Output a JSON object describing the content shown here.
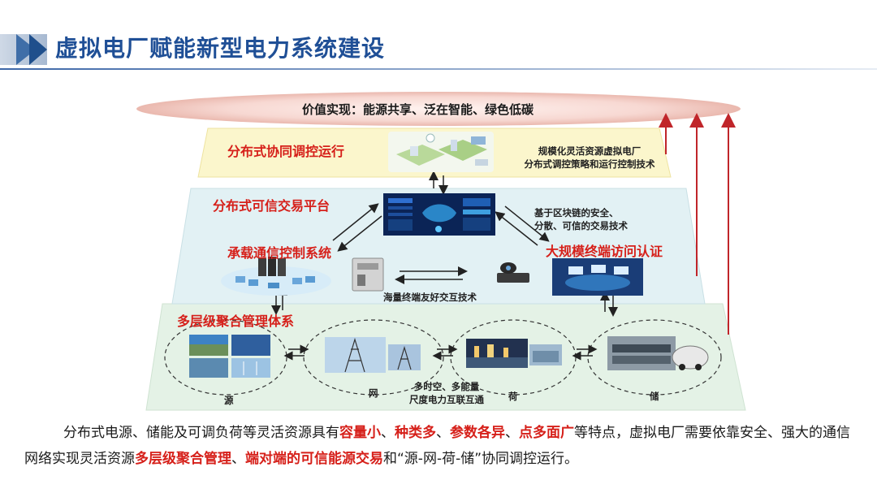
{
  "header": {
    "title": "虚拟电厂赋能新型电力系统建设"
  },
  "diagram": {
    "value": "价值实现：能源共享、泛在智能、绿色低碳",
    "layer1": {
      "title": "分布式协同调控运行",
      "desc_line1": "规模化灵活资源虚拟电厂",
      "desc_line2": "分布式调控策略和运行控制技术"
    },
    "layer2": {
      "title": "分布式可信交易平台",
      "blockchain_line1": "基于区块链的安全、",
      "blockchain_line2": "分散、可信的交易技术",
      "comm_title": "承载通信控制系统",
      "auth_title": "大规模终端访问认证",
      "interaction": "海量终端友好交互技术"
    },
    "layer3": {
      "title": "多层级聚合管理体系",
      "nodes": [
        "源",
        "网",
        "荷",
        "储"
      ],
      "interconnect_line1": "多时空、多能量",
      "interconnect_line2": "尺度电力互联互通"
    }
  },
  "footer": {
    "t1": "分布式电源、储能及可调负荷等灵活资源具有",
    "h1": "容量小",
    "t2": "、",
    "h2": "种类多",
    "t3": "、",
    "h3": "参数各异",
    "t4": "、",
    "h4": "点多面广",
    "t5": "等特点，虚拟电厂需要依靠安全、强大的通信网络实现灵活资源",
    "h5": "多层级聚合管理",
    "t6": "、",
    "h6": "端对端的可信能源交易",
    "t7": "和“源-网-荷-储”协同调控运行。"
  },
  "colors": {
    "title_blue": "#1f4f96",
    "accent_red": "#d6201a",
    "layer1_bg": "#fbf6cc",
    "layer2_bg": "#e2f1f4",
    "layer3_bg": "#e4f2e6"
  }
}
